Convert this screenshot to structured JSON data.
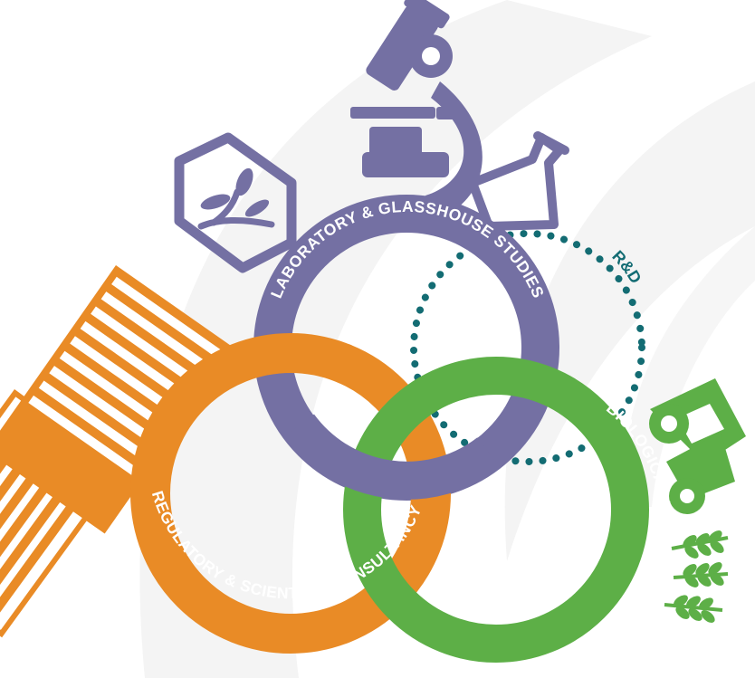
{
  "diagram": {
    "labels": {
      "laboratory": "LABORATORY & GLASSHOUSE STUDIES",
      "regulatory": "REGULATORY & SCIENTIFIC CONSULTANCY",
      "biological": "BIOLOGICAL FIELD STUDIES",
      "rd": "R&D"
    },
    "colors": {
      "purple": "#7470a3",
      "orange": "#e98b26",
      "green": "#5daf47",
      "teal": "#136c73",
      "background_swoosh": "#f3f3f3"
    },
    "icons": [
      "microscope-icon",
      "flask-icon",
      "plant-hexagon-icon",
      "documents-icon",
      "tractor-icon",
      "wheat-icon"
    ]
  }
}
